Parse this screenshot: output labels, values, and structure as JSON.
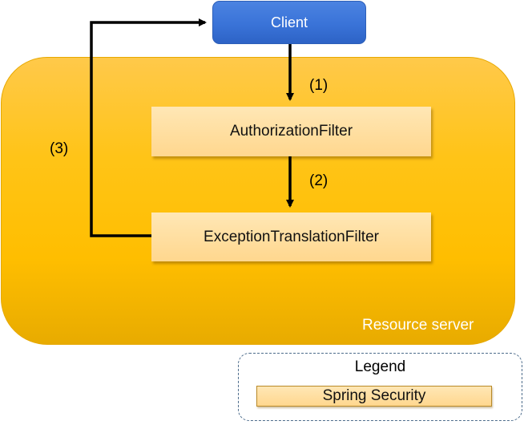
{
  "client": {
    "label": "Client"
  },
  "resource_server": {
    "label": "Resource server"
  },
  "filters": {
    "authorization": "AuthorizationFilter",
    "exception_translation": "ExceptionTranslationFilter"
  },
  "steps": {
    "one": "(1)",
    "two": "(2)",
    "three": "(3)"
  },
  "legend": {
    "title": "Legend",
    "item": "Spring Security"
  },
  "colors": {
    "client": "#3a73d8",
    "resource_server": "#ffc000",
    "spring_security": "#ffd78e"
  }
}
